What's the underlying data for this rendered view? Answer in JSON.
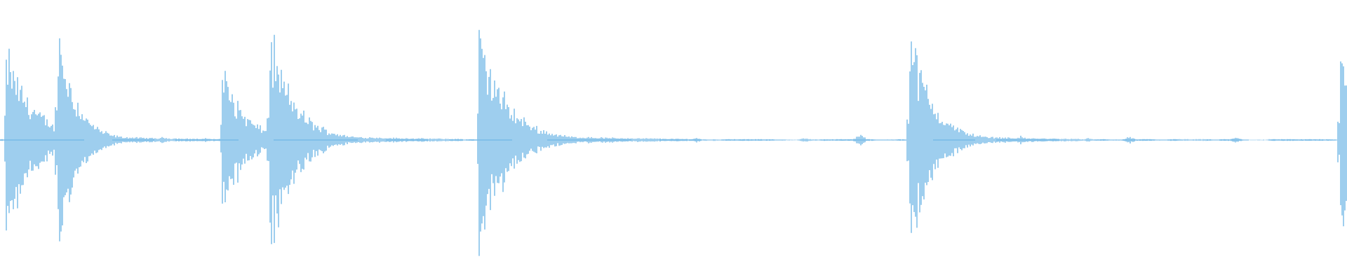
{
  "waveform": {
    "color": "#5dade2",
    "background": "#ffffff",
    "transients": [
      {
        "t": 0.004,
        "amp": 0.72,
        "decay": 0.02
      },
      {
        "t": 0.042,
        "amp": 0.96,
        "decay": 0.013
      },
      {
        "t": 0.164,
        "amp": 0.6,
        "decay": 0.016
      },
      {
        "t": 0.199,
        "amp": 0.87,
        "decay": 0.018
      },
      {
        "t": 0.355,
        "amp": 0.84,
        "decay": 0.02
      },
      {
        "t": 0.674,
        "amp": 0.92,
        "decay": 0.016
      },
      {
        "t": 0.994,
        "amp": 0.8,
        "decay": 0.016
      }
    ],
    "small_bursts": [
      {
        "t": 0.121,
        "amp": 0.025
      },
      {
        "t": 0.153,
        "amp": 0.015
      },
      {
        "t": 0.279,
        "amp": 0.022
      },
      {
        "t": 0.437,
        "amp": 0.028
      },
      {
        "t": 0.517,
        "amp": 0.018
      },
      {
        "t": 0.597,
        "amp": 0.015
      },
      {
        "t": 0.638,
        "amp": 0.045
      },
      {
        "t": 0.757,
        "amp": 0.03
      },
      {
        "t": 0.808,
        "amp": 0.015
      },
      {
        "t": 0.838,
        "amp": 0.026
      },
      {
        "t": 0.917,
        "amp": 0.02
      }
    ]
  }
}
